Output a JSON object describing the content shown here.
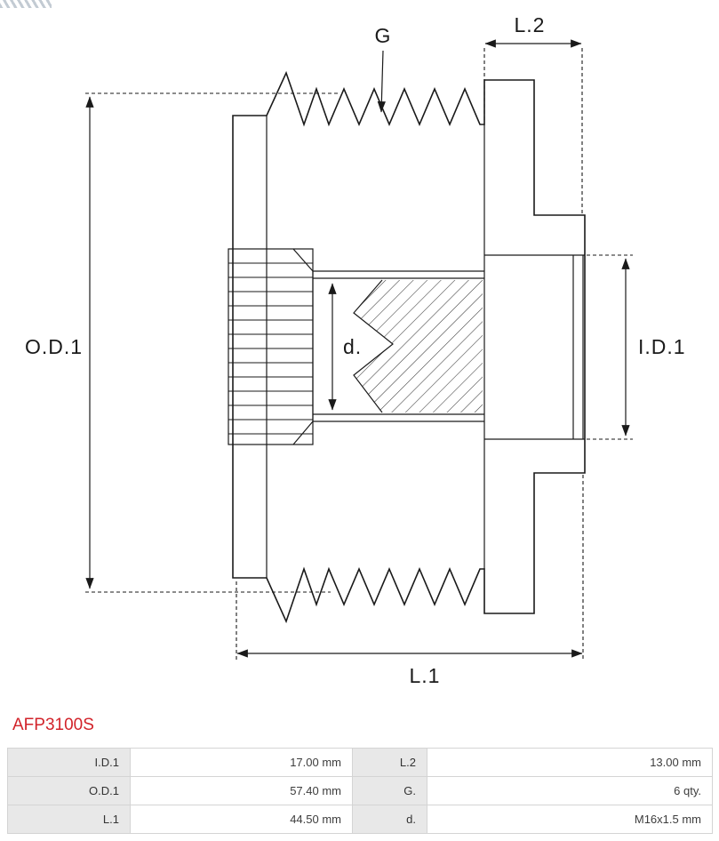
{
  "part": {
    "number": "AFP3100S"
  },
  "colors": {
    "accent_red": "#d2232a",
    "line": "#1a1a1a",
    "table_label_bg": "#e8e8e8",
    "table_border": "#d4d4d4"
  },
  "diagram": {
    "labels": {
      "g": "G",
      "l2": "L.2",
      "od1": "O.D.1",
      "id1": "I.D.1",
      "d": "d.",
      "l1": "L.1"
    }
  },
  "table": {
    "rows": [
      {
        "label1": "I.D.1",
        "value1": "17.00 mm",
        "label2": "L.2",
        "value2": "13.00 mm"
      },
      {
        "label1": "O.D.1",
        "value1": "57.40 mm",
        "label2": "G.",
        "value2": "6 qty."
      },
      {
        "label1": "L.1",
        "value1": "44.50 mm",
        "label2": "d.",
        "value2": "M16x1.5 mm"
      }
    ]
  }
}
